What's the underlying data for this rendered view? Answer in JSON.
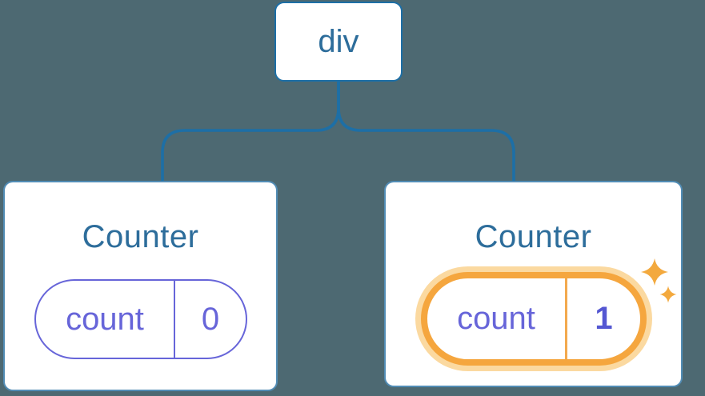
{
  "diagram": {
    "root": {
      "label": "div"
    },
    "children": [
      {
        "title": "Counter",
        "state": {
          "key": "count",
          "value": "0"
        },
        "highlighted": false
      },
      {
        "title": "Counter",
        "state": {
          "key": "count",
          "value": "1"
        },
        "highlighted": true
      }
    ]
  },
  "icons": {
    "sparkle": "four-point-star-sparkles"
  },
  "colors": {
    "background": "#4d6972",
    "connector_blue": "#1d6fa6",
    "card_background": "#ffffff",
    "card_border": "#3278a8",
    "title_text": "#2d6d9b",
    "state_purple": "#6765d9",
    "state_value_highlight": "#5457d2",
    "highlight_orange": "#f5a63e",
    "highlight_glow": "#fbd9a0",
    "sparkle_orange": "#f3a93e"
  }
}
